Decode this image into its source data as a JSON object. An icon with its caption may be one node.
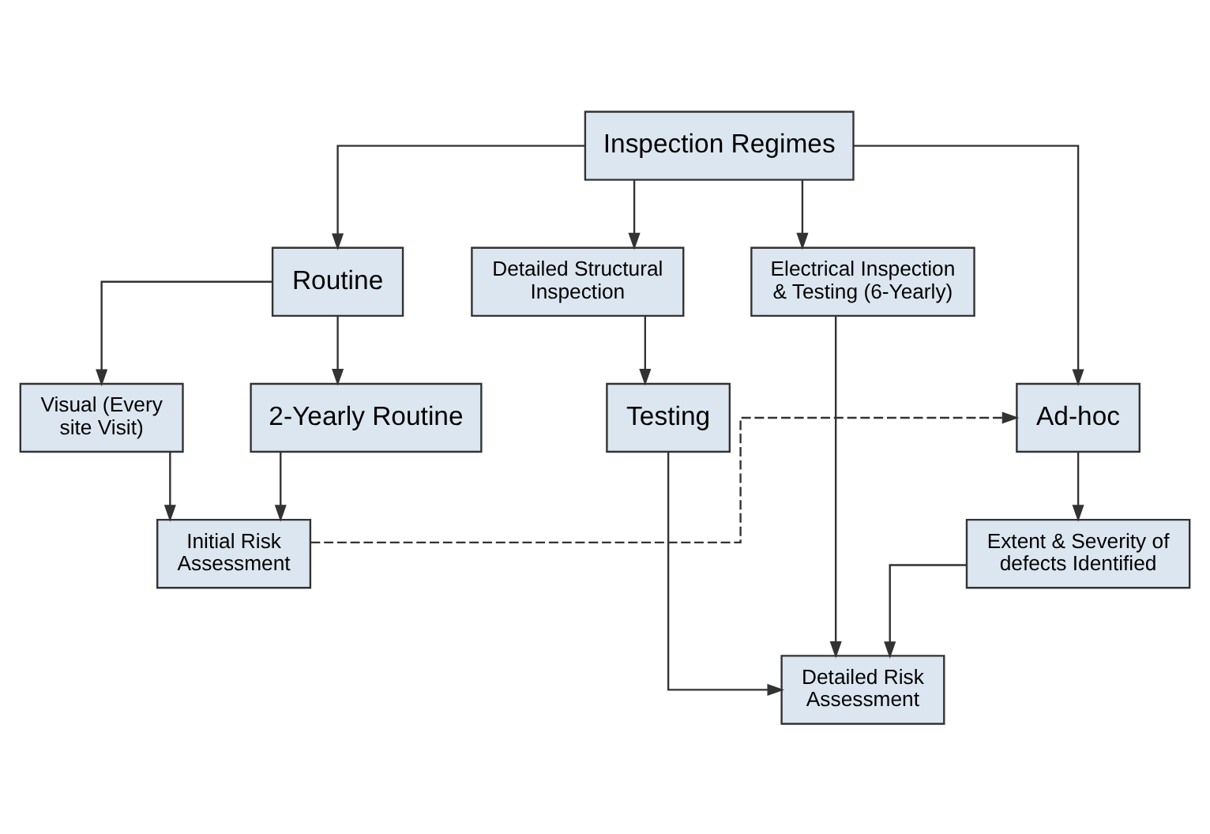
{
  "diagram": {
    "nodes": [
      {
        "text": [
          "Inspection Regimes"
        ]
      },
      {
        "text": [
          "Routine"
        ]
      },
      {
        "text": [
          "Detailed Structural Inspection"
        ]
      },
      {
        "text": [
          "Electrical Inspection & Testing (6-Yearly)"
        ]
      },
      {
        "text": [
          "Visual (Every site Visit)"
        ]
      },
      {
        "text": [
          "2-Yearly Routine"
        ]
      },
      {
        "text": [
          "Testing"
        ]
      },
      {
        "text": [
          "Ad-hoc"
        ]
      },
      {
        "text": [
          "Initial Risk Assessment"
        ]
      },
      {
        "text": [
          "Extent & Severity of defects Identified"
        ]
      },
      {
        "text": [
          "Detailed Risk Assessment"
        ]
      }
    ],
    "edges": [
      {
        "from": 0,
        "to": 1,
        "arrow": "to"
      },
      {
        "from": 0,
        "to": 7,
        "arrow": "to"
      },
      {
        "from": 0,
        "to": 2,
        "arrow": "to"
      },
      {
        "from": 0,
        "to": 3,
        "arrow": "to"
      },
      {
        "from": 1,
        "to": 4,
        "arrow": "to"
      },
      {
        "from": 1,
        "to": 5,
        "arrow": "to"
      },
      {
        "from": 2,
        "to": 6,
        "arrow": "to"
      },
      {
        "from": 4,
        "to": 8,
        "arrow": "to"
      },
      {
        "from": 5,
        "to": 8,
        "arrow": "to"
      },
      {
        "from": 8,
        "to": 7,
        "arrow": "to",
        "style": "dashed"
      },
      {
        "from": 7,
        "to": 9,
        "arrow": "to"
      },
      {
        "from": 9,
        "to": 10,
        "arrow": "to"
      },
      {
        "from": 6,
        "to": 10,
        "arrow": "to"
      },
      {
        "from": 3,
        "to": 10,
        "arrow": "to"
      }
    ]
  }
}
